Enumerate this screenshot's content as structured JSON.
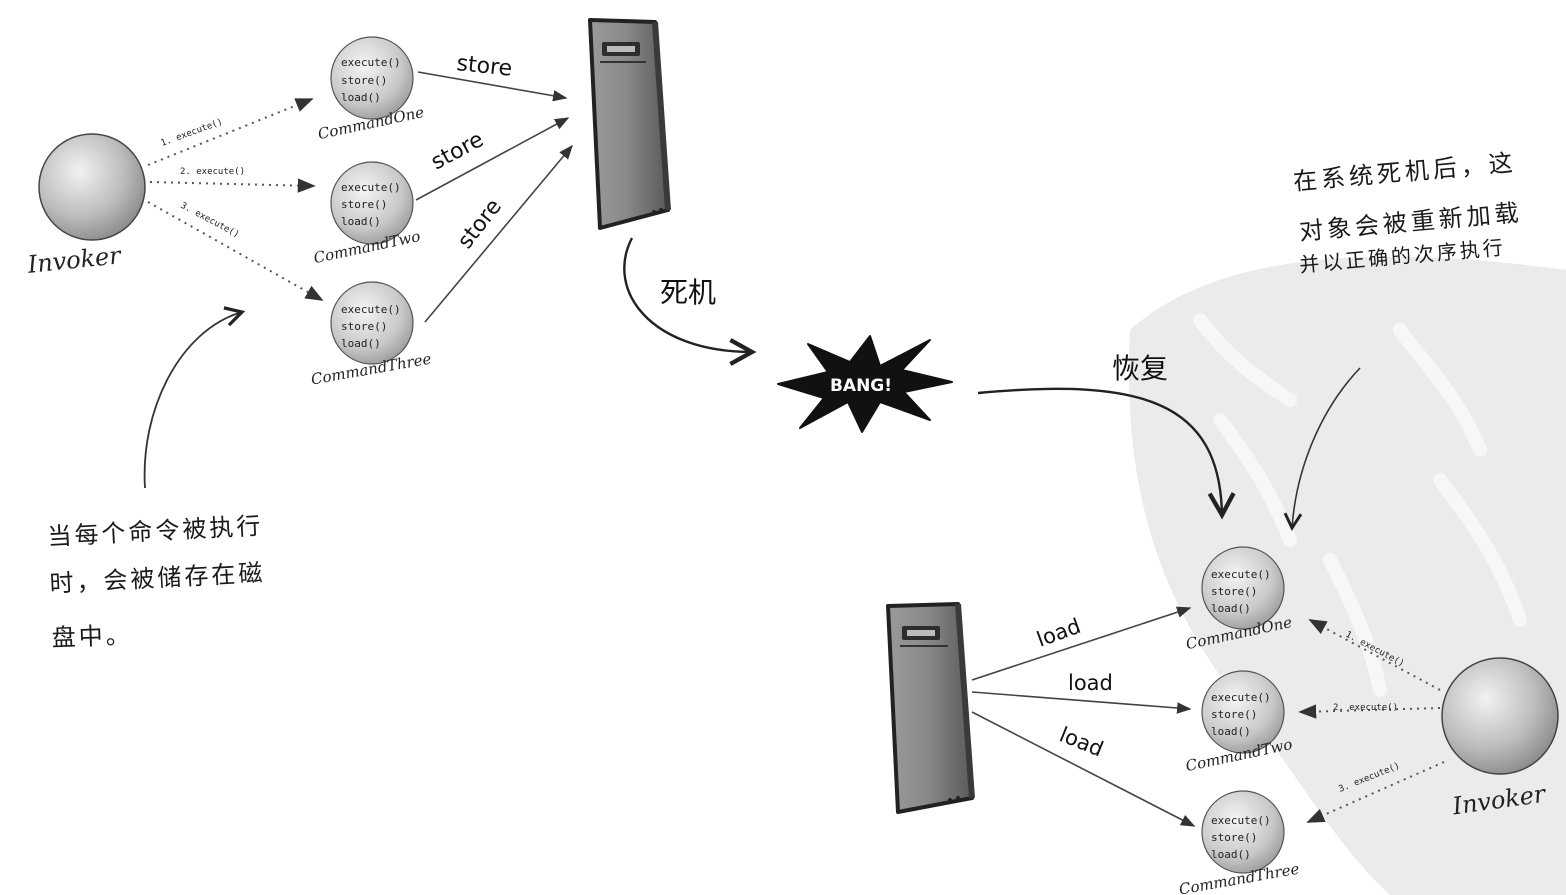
{
  "invoker_label": "Invoker",
  "commands": [
    {
      "name": "CommandOne",
      "methods": [
        "execute()",
        "store()",
        "load()"
      ]
    },
    {
      "name": "CommandTwo",
      "methods": [
        "execute()",
        "store()",
        "load()"
      ]
    },
    {
      "name": "CommandThree",
      "methods": [
        "execute()",
        "store()",
        "load()"
      ]
    }
  ],
  "execute_calls": [
    "1. execute()",
    "2. execute()",
    "3. execute()"
  ],
  "store_label": "store",
  "load_label": "load",
  "crash_label": "死机",
  "bang_label": "BANG!",
  "recover_label": "恢复",
  "note_left": [
    "当每个命令被执行",
    "时，会被储存在磁",
    "盘中。"
  ],
  "note_right": [
    "在系统死机后，这",
    "对象会被重新加载",
    "并以正确的次序执行"
  ]
}
